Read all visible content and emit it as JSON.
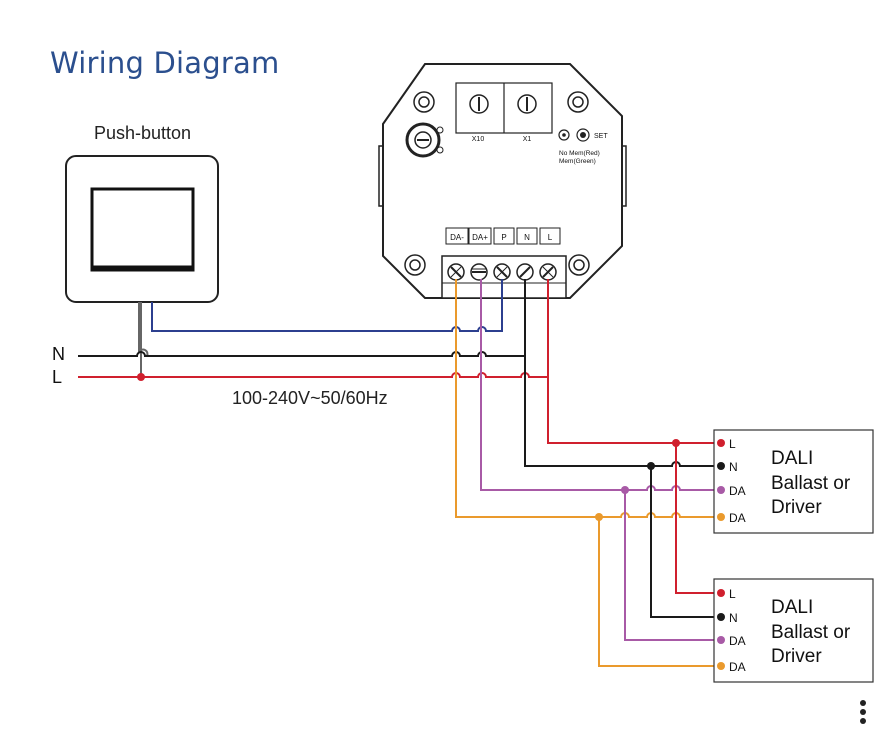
{
  "title": "Wiring Diagram",
  "push_button_label": "Push-button",
  "supply": {
    "n_label": "N",
    "l_label": "L",
    "voltage": "100-240V~50/60Hz"
  },
  "device": {
    "dial_left_label": "X10",
    "dial_right_label": "X1",
    "set_label": "SET",
    "mem_red": "No Mem(Red)",
    "mem_green": "Mem(Green)",
    "terminals": [
      "DA-",
      "DA+",
      "P",
      "N",
      "L"
    ]
  },
  "drivers": [
    {
      "pins": [
        "L",
        "N",
        "DA",
        "DA"
      ],
      "name_lines": [
        "DALI",
        "Ballast or",
        "Driver"
      ]
    },
    {
      "pins": [
        "L",
        "N",
        "DA",
        "DA"
      ],
      "name_lines": [
        "DALI",
        "Ballast or",
        "Driver"
      ]
    }
  ],
  "wire_colors": {
    "L": "#d0202e",
    "N": "#1a1a1a",
    "DA_plus": "#a85aa6",
    "DA_minus": "#ea9a2d",
    "P": "#2c3f8f"
  }
}
